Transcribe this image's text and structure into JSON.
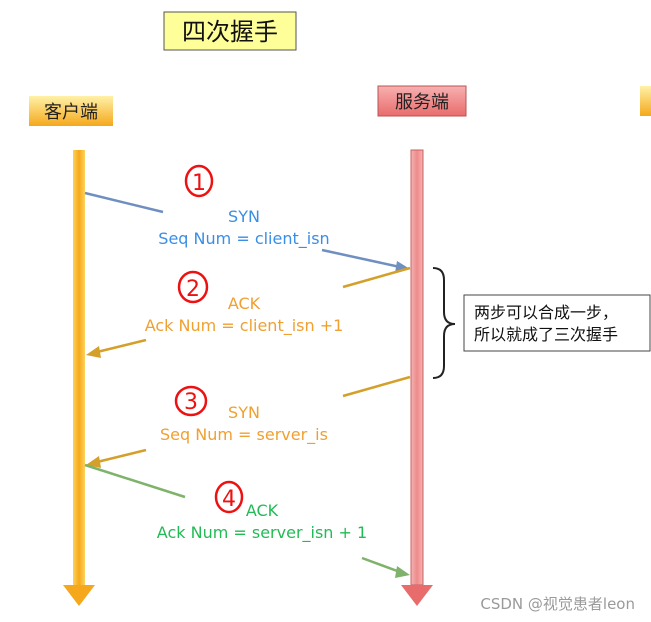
{
  "title": "四次握手",
  "client_label": "客户端",
  "server_label": "服务端",
  "messages": [
    {
      "step": "1",
      "line1": "SYN",
      "line2": "Seq Num = client_isn",
      "color": "#3a8ee6"
    },
    {
      "step": "2",
      "line1": "ACK",
      "line2": "Ack Num =  client_isn +1",
      "color": "#f0a030"
    },
    {
      "step": "3",
      "line1": "SYN",
      "line2": "Seq Num = server_is",
      "color": "#f0a030"
    },
    {
      "step": "4",
      "line1": "ACK",
      "line2": "Ack Num = server_isn + 1",
      "color": "#22bb55"
    }
  ],
  "note_lines": [
    "两步可以合成一步，",
    "所以就成了三次握手"
  ],
  "watermark": "CSDN @视觉患者leon",
  "colors": {
    "title_bg": "#ffff99",
    "client_label_bg": "#f7b321",
    "server_label_bg": "#f08a8a",
    "client_lifeline": "#f7a81b",
    "server_lifeline": "#f08f8f",
    "arrow_1": "#6e8fc0",
    "arrow_2": "#d4a02a",
    "arrow_3": "#d4a02a",
    "arrow_4": "#7fb26a",
    "step_mark": "#ee1111"
  }
}
